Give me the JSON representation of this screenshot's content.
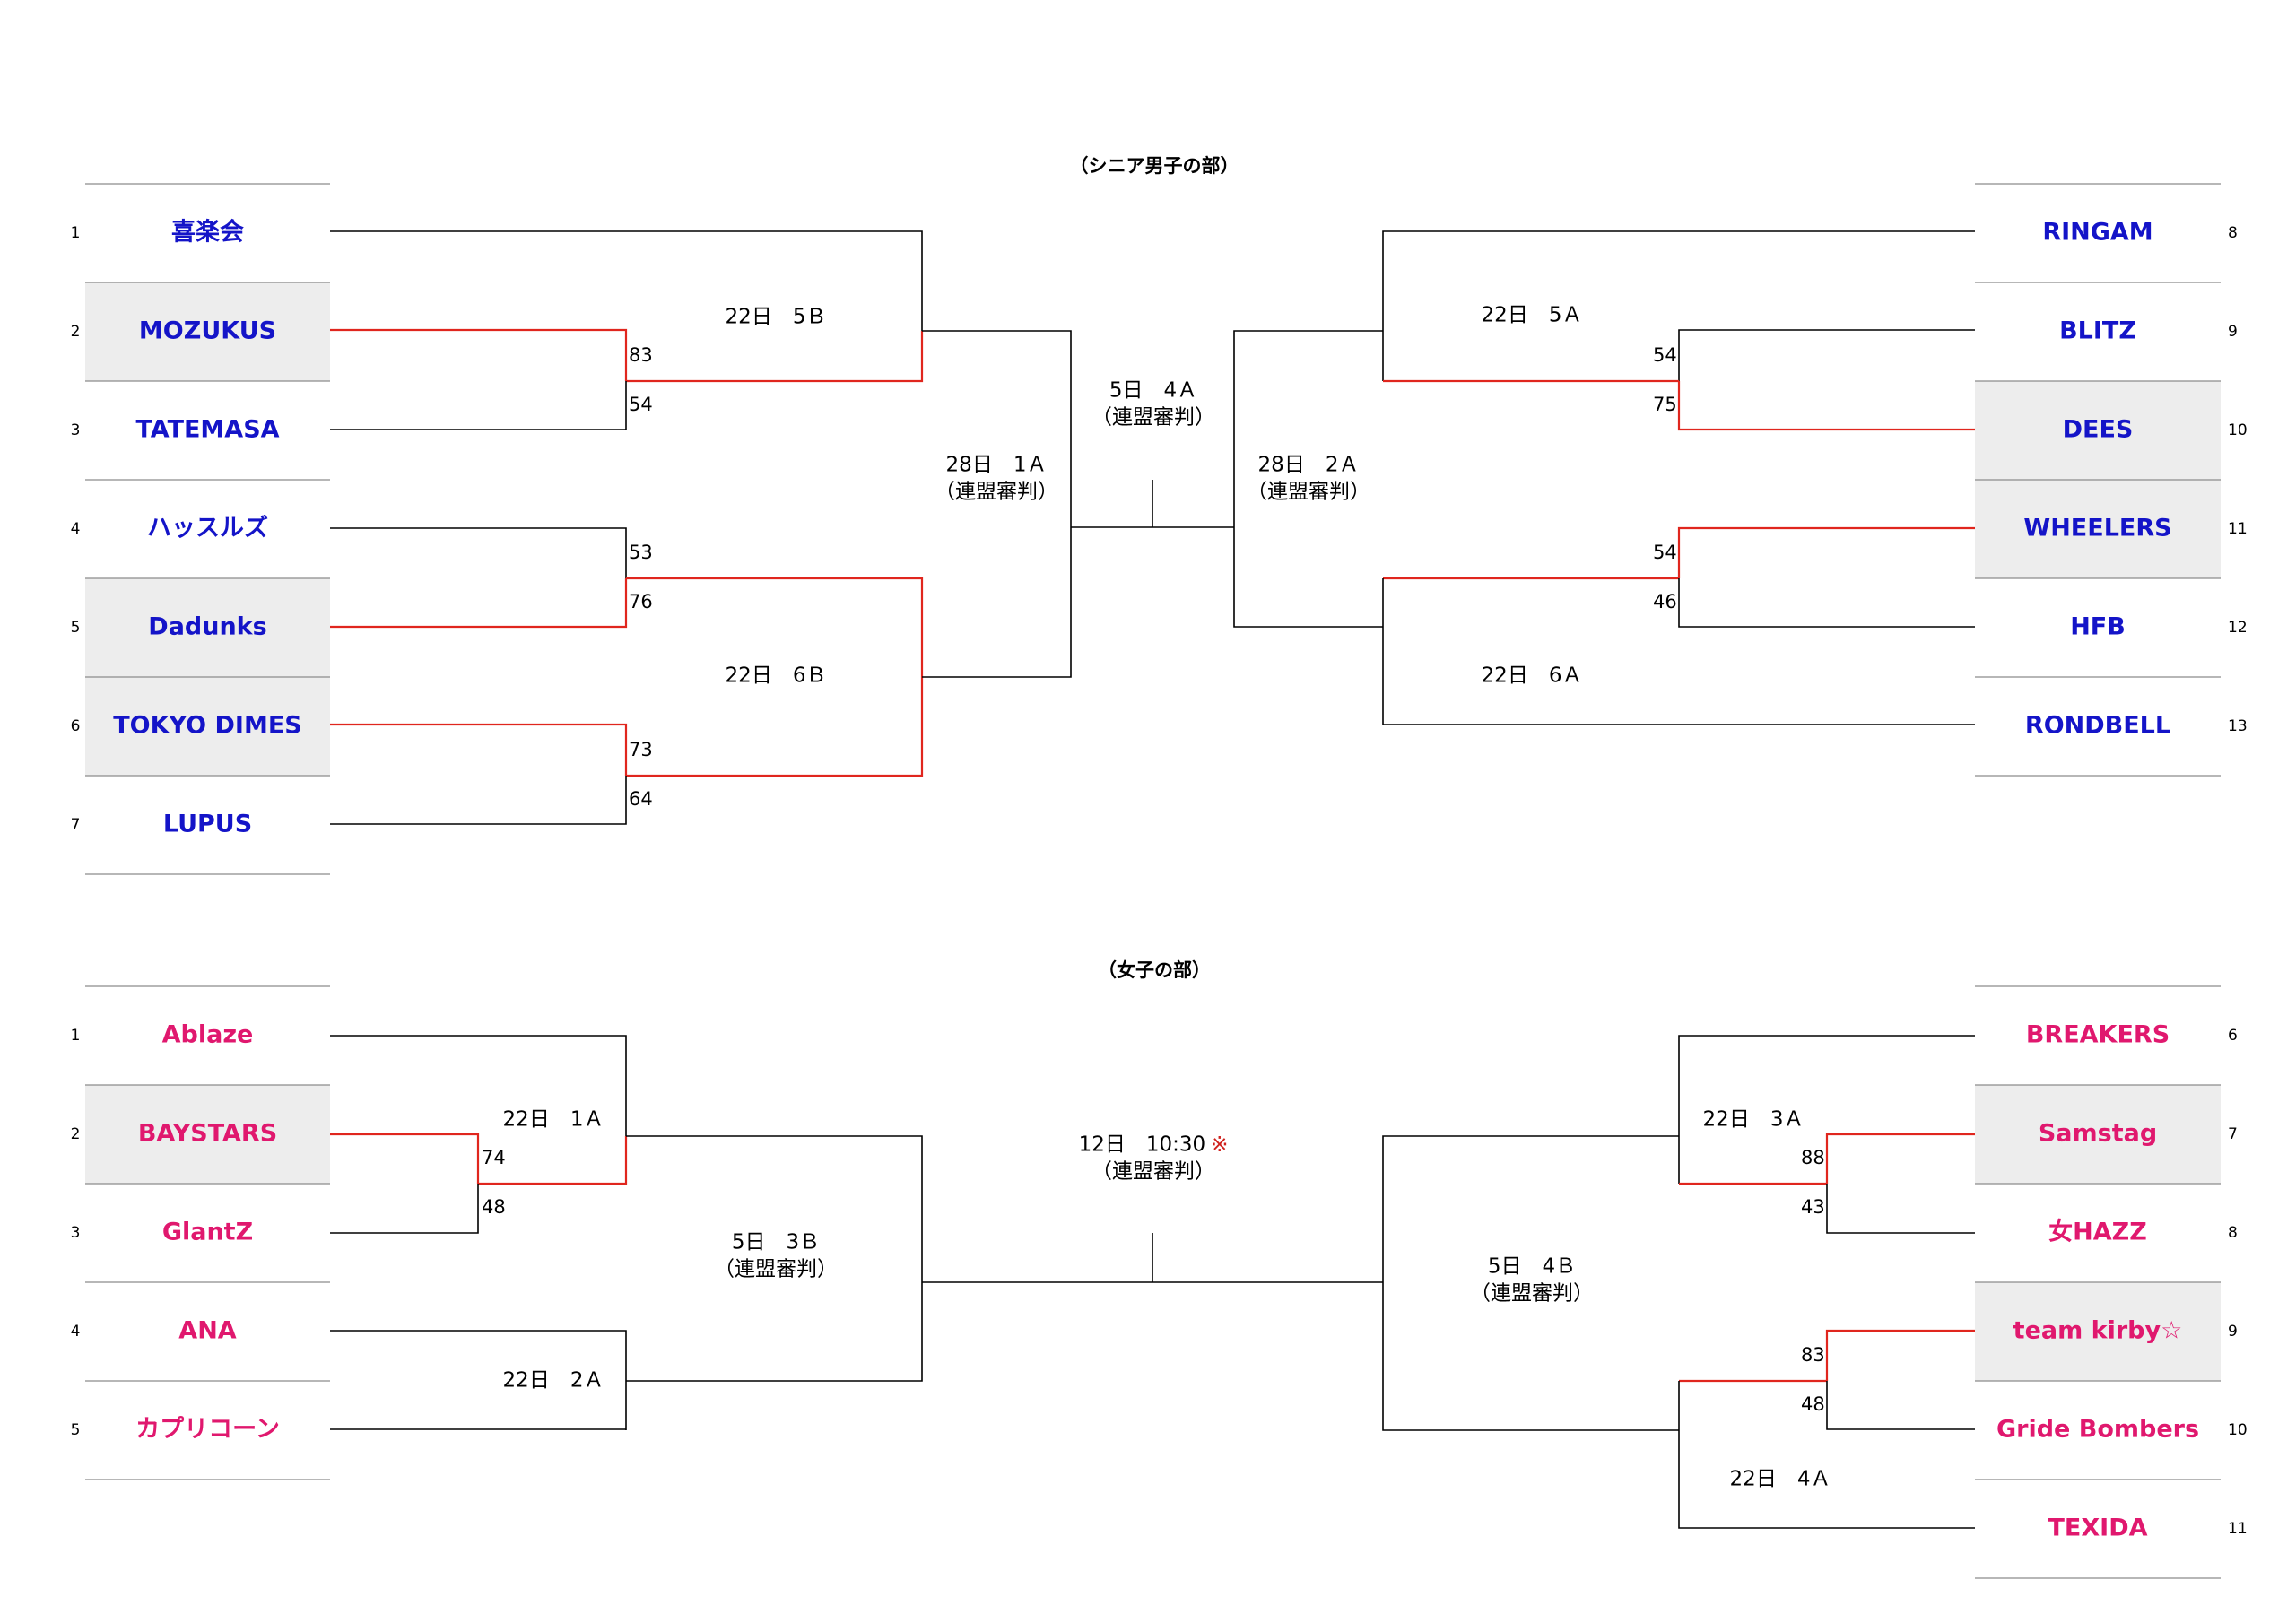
{
  "colors": {
    "men_team": "#1414c8",
    "women_team": "#e0186e",
    "winner_line": "#e0261e",
    "line": "#000000",
    "rule": "#8c8c8c",
    "highlight": "#ededed",
    "note_mark": "#d0211c"
  },
  "men": {
    "title": "（シニア男子の部）",
    "left_teams": [
      {
        "seed": "1",
        "name": "喜楽会",
        "highlight": false
      },
      {
        "seed": "2",
        "name": "MOZUKUS",
        "highlight": true
      },
      {
        "seed": "3",
        "name": "TATEMASA",
        "highlight": false
      },
      {
        "seed": "4",
        "name": "ハッスルズ",
        "highlight": false
      },
      {
        "seed": "5",
        "name": "Dadunks",
        "highlight": true
      },
      {
        "seed": "6",
        "name": "TOKYO DIMES",
        "highlight": true
      },
      {
        "seed": "7",
        "name": "LUPUS",
        "highlight": false
      }
    ],
    "right_teams": [
      {
        "seed": "8",
        "name": "RINGAM",
        "highlight": false
      },
      {
        "seed": "9",
        "name": "BLITZ",
        "highlight": false
      },
      {
        "seed": "10",
        "name": "DEES",
        "highlight": true
      },
      {
        "seed": "11",
        "name": "WHEELERS",
        "highlight": true
      },
      {
        "seed": "12",
        "name": "HFB",
        "highlight": false
      },
      {
        "seed": "13",
        "name": "RONDBELL",
        "highlight": false
      }
    ],
    "scores": [
      {
        "id": "m-mozukus",
        "value": "83"
      },
      {
        "id": "m-tatemasa",
        "value": "54"
      },
      {
        "id": "m-hustles",
        "value": "53"
      },
      {
        "id": "m-dadunks",
        "value": "76"
      },
      {
        "id": "m-dimes",
        "value": "73"
      },
      {
        "id": "m-lupus",
        "value": "64"
      },
      {
        "id": "m-blitz",
        "value": "54"
      },
      {
        "id": "m-dees",
        "value": "75"
      },
      {
        "id": "m-wheelers",
        "value": "54"
      },
      {
        "id": "m-hfb",
        "value": "46"
      }
    ],
    "matches": [
      {
        "id": "m-22-5b",
        "line1": "22日　5Ｂ",
        "line2": ""
      },
      {
        "id": "m-22-6b",
        "line1": "22日　6Ｂ",
        "line2": ""
      },
      {
        "id": "m-28-1a",
        "line1": "28日　1Ａ",
        "line2": "（連盟審判）"
      },
      {
        "id": "m-5-4a",
        "line1": "5日　4Ａ",
        "line2": "（連盟審判）"
      },
      {
        "id": "m-28-2a",
        "line1": "28日　2Ａ",
        "line2": "（連盟審判）"
      },
      {
        "id": "m-22-5a",
        "line1": "22日　5Ａ",
        "line2": ""
      },
      {
        "id": "m-22-6a",
        "line1": "22日　6Ａ",
        "line2": ""
      }
    ]
  },
  "women": {
    "title": "（女子の部）",
    "left_teams": [
      {
        "seed": "1",
        "name": "Ablaze",
        "highlight": false
      },
      {
        "seed": "2",
        "name": "BAYSTARS",
        "highlight": true
      },
      {
        "seed": "3",
        "name": "GlantZ",
        "highlight": false
      },
      {
        "seed": "4",
        "name": "ANA",
        "highlight": false
      },
      {
        "seed": "5",
        "name": "カプリコーン",
        "highlight": false
      }
    ],
    "right_teams": [
      {
        "seed": "6",
        "name": "BREAKERS",
        "highlight": false
      },
      {
        "seed": "7",
        "name": "Samstag",
        "highlight": true
      },
      {
        "seed": "8",
        "name": "女HAZZ",
        "highlight": false
      },
      {
        "seed": "9",
        "name": "team kirby☆",
        "highlight": true
      },
      {
        "seed": "10",
        "name": "Gride Bombers",
        "highlight": false
      },
      {
        "seed": "11",
        "name": "TEXIDA",
        "highlight": false
      }
    ],
    "scores": [
      {
        "id": "w-baystars",
        "value": "74"
      },
      {
        "id": "w-glantz",
        "value": "48"
      },
      {
        "id": "w-samstag",
        "value": "88"
      },
      {
        "id": "w-hazz",
        "value": "43"
      },
      {
        "id": "w-kirby",
        "value": "83"
      },
      {
        "id": "w-gride",
        "value": "48"
      }
    ],
    "matches": [
      {
        "id": "w-22-1a",
        "line1": "22日　1Ａ",
        "line2": ""
      },
      {
        "id": "w-22-2a",
        "line1": "22日　2Ａ",
        "line2": ""
      },
      {
        "id": "w-5-3b",
        "line1": "5日　3Ｂ",
        "line2": "（連盟審判）"
      },
      {
        "id": "w-final",
        "line1": "12日　10:30",
        "line2": "（連盟審判）",
        "mark": "※"
      },
      {
        "id": "w-5-4b",
        "line1": "5日　4Ｂ",
        "line2": "（連盟審判）"
      },
      {
        "id": "w-22-3a",
        "line1": "22日　3Ａ",
        "line2": ""
      },
      {
        "id": "w-22-4a",
        "line1": "22日　4Ａ",
        "line2": ""
      }
    ]
  }
}
